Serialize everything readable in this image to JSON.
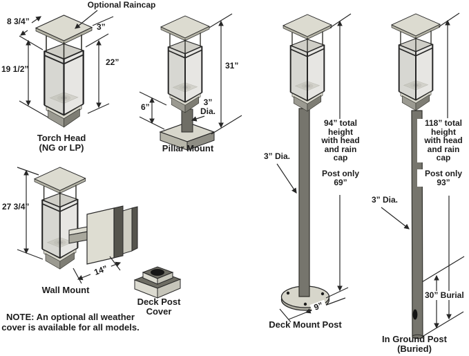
{
  "torch_head": {
    "callout": "Optional Raincap",
    "dim_cap_width": "8 3/4”",
    "dim_cap_gap": "3”",
    "dim_total": "22”",
    "dim_glass": "19 1/2”",
    "label1": "Torch Head",
    "label2": "(NG or LP)"
  },
  "pillar_mount": {
    "dim_total": "31”",
    "dim_base": "6”",
    "dim_dia1": "3”",
    "dim_dia2": "Dia.",
    "label": "Pillar Mount"
  },
  "wall_mount": {
    "dim_height": "27 3/4”",
    "dim_depth": "14”",
    "label": "Wall Mount"
  },
  "deck_post_cover": {
    "label1": "Deck Post",
    "label2": "Cover"
  },
  "deck_mount_post": {
    "dim_dia": "3” Dia.",
    "height_lines": [
      "94” total",
      "height",
      "with head",
      "and rain",
      "cap"
    ],
    "post_only1": "Post only",
    "post_only2": "69”",
    "dim_base": "9”",
    "label": "Deck Mount Post"
  },
  "in_ground_post": {
    "dim_dia": "3” Dia.",
    "height_lines": [
      "118” total",
      "height",
      "with head",
      "and rain",
      "cap"
    ],
    "post_only1": "Post only",
    "post_only2": "93”",
    "dim_burial": "30” Burial",
    "label1": "In Ground Post",
    "label2": "(Buried)"
  },
  "note": {
    "prefix": "NOTE:",
    "line1_rest": " An optional all weather",
    "line2": "cover is available for all models."
  },
  "colors": {
    "line": "#262626",
    "raincap": "#dcdbd0",
    "metal_dark": "#76756d",
    "base_light": "#d7d6cb"
  }
}
